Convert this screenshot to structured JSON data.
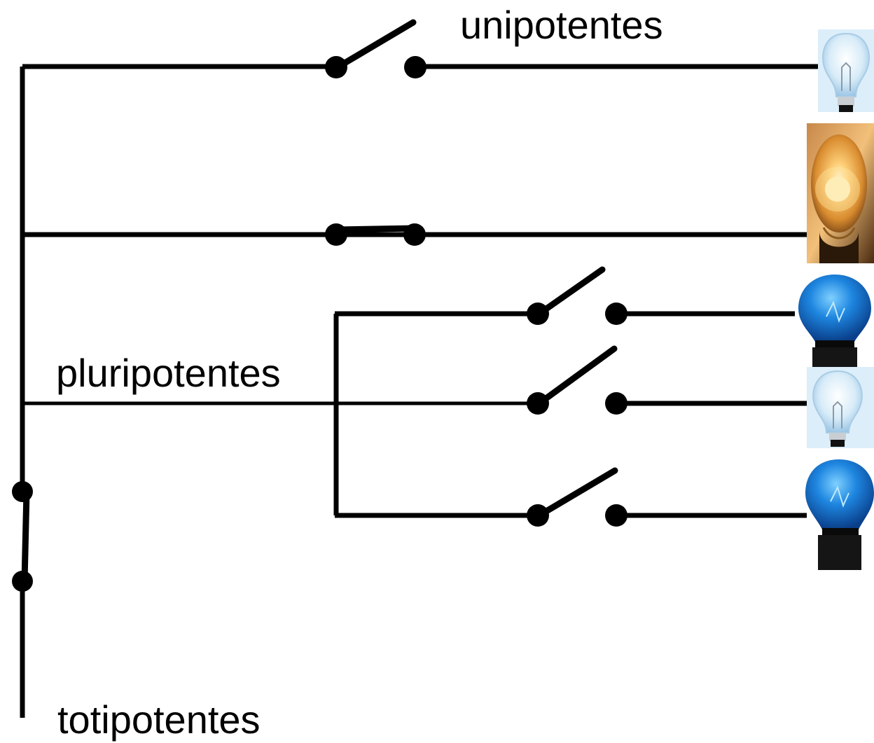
{
  "labels": {
    "unipotent": "unipotentes",
    "pluripotent": "pluripotentes",
    "totipotent": "totipotentes"
  },
  "colors": {
    "wire": "#000000",
    "bulb_clear": "#cfe6f5",
    "bulb_lit": "#f4b860",
    "bulb_blue": "#1e7bd8",
    "bulb_base": "#111111"
  },
  "switches": [
    {
      "id": "unipotent-switch",
      "state": "open"
    },
    {
      "id": "lit-branch-switch",
      "state": "closed"
    },
    {
      "id": "pluripotent-switch-1",
      "state": "open"
    },
    {
      "id": "pluripotent-switch-2",
      "state": "open"
    },
    {
      "id": "pluripotent-switch-3",
      "state": "open"
    },
    {
      "id": "totipotent-switch",
      "state": "closed"
    }
  ],
  "bulbs": [
    {
      "id": "bulb-1",
      "style": "clear",
      "lit": false
    },
    {
      "id": "bulb-2",
      "style": "amber",
      "lit": true
    },
    {
      "id": "bulb-3",
      "style": "blue",
      "lit": false
    },
    {
      "id": "bulb-4",
      "style": "clear",
      "lit": false
    },
    {
      "id": "bulb-5",
      "style": "blue",
      "lit": false
    }
  ]
}
